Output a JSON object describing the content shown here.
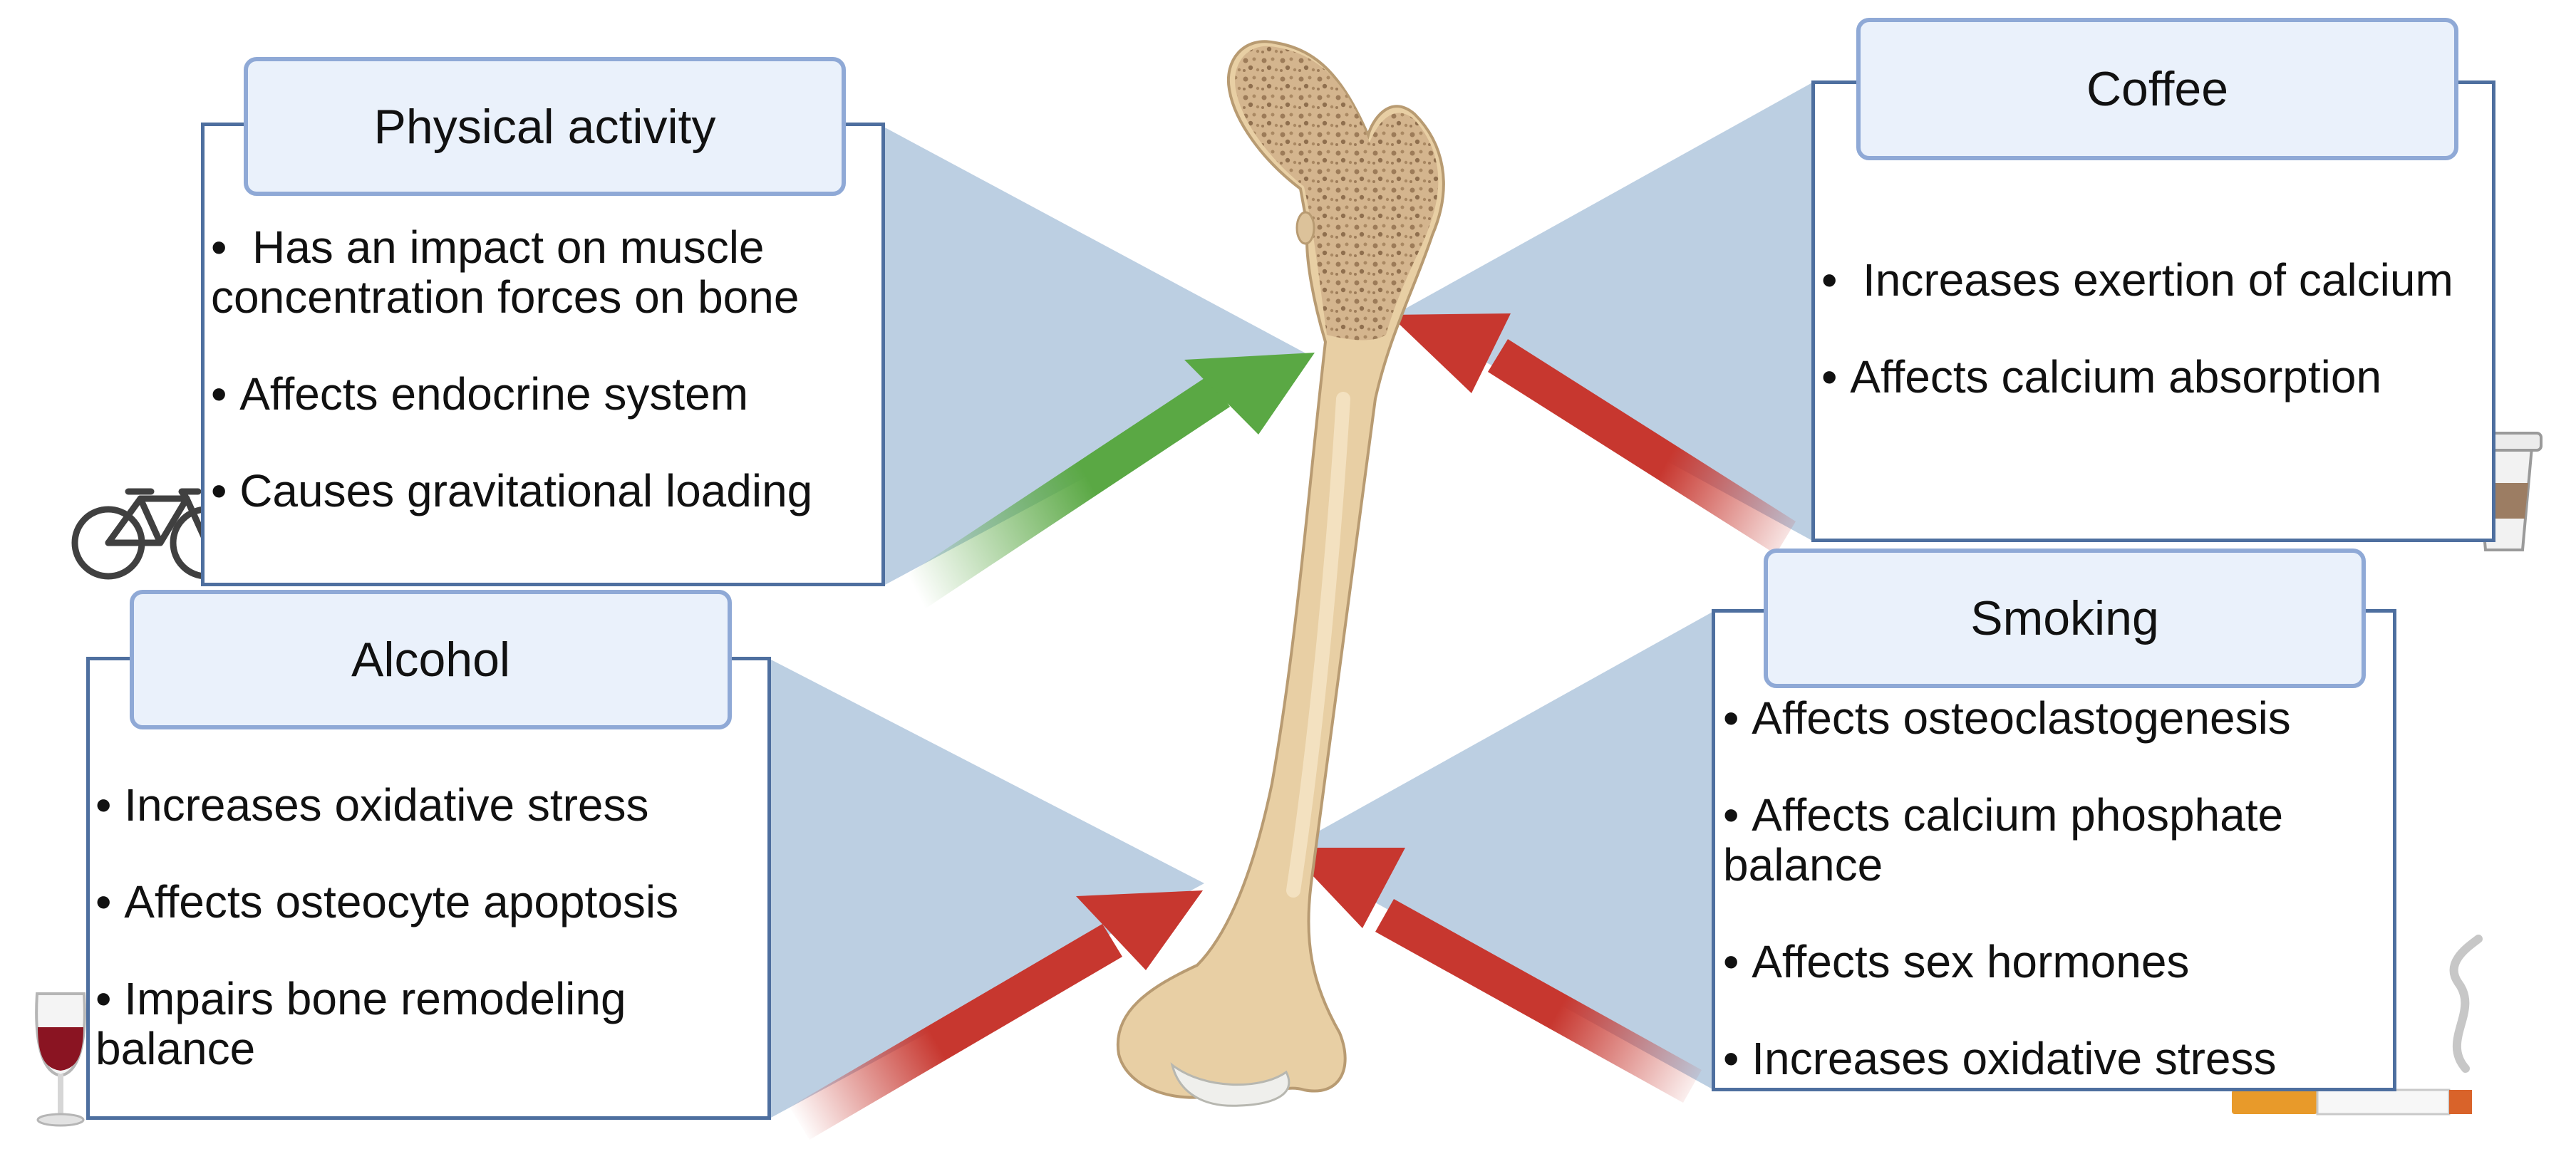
{
  "panels": {
    "physical_activity": {
      "title": "Physical activity",
      "items": [
        " Has an impact on muscle concentration forces on bone",
        "Affects endocrine system",
        "Causes gravitational loading"
      ]
    },
    "coffee": {
      "title": "Coffee",
      "items": [
        " Increases exertion of calcium",
        "Affects calcium absorption"
      ]
    },
    "alcohol": {
      "title": "Alcohol",
      "items": [
        "Increases oxidative stress",
        "Affects osteocyte apoptosis",
        "Impairs bone remodeling balance"
      ]
    },
    "smoking": {
      "title": "Smoking",
      "items": [
        "Affects osteoclastogenesis",
        "Affects calcium phosphate balance",
        "Affects sex hormones",
        "Increases oxidative stress"
      ]
    }
  },
  "effects": {
    "positive_color": "#5aa844",
    "negative_color": "#c7372f"
  },
  "icons": {
    "physical_activity": "bicycle-icon",
    "coffee": "coffee-cup-icon",
    "alcohol": "wine-glass-icon",
    "smoking": "cigarette-icon",
    "center": "femur-bone"
  }
}
